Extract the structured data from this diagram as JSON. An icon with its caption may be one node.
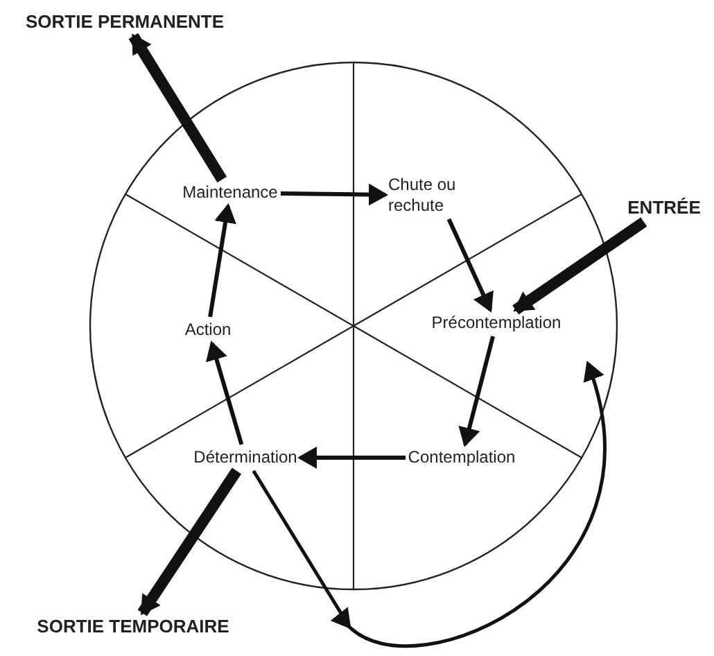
{
  "diagram": {
    "nodes": [
      {
        "text": [
          "Maintenance"
        ]
      },
      {
        "text": [
          "Chute ou rechute"
        ]
      },
      {
        "text": [
          "Précontemplation"
        ]
      },
      {
        "text": [
          "Contemplation"
        ]
      },
      {
        "text": [
          "Détermination"
        ]
      },
      {
        "text": [
          "Action"
        ]
      },
      {
        "text": [
          "SORTIE PERMANENTE"
        ]
      },
      {
        "text": [
          "ENTRÉE"
        ]
      },
      {
        "text": [
          "SORTIE TEMPORAIRE"
        ]
      }
    ],
    "edges": [
      {
        "from": 0,
        "to": 1,
        "arrow": "to"
      },
      {
        "from": 1,
        "to": 2,
        "arrow": "to"
      },
      {
        "from": 2,
        "to": 3,
        "arrow": "to"
      },
      {
        "from": 3,
        "to": 4,
        "arrow": "to"
      },
      {
        "from": 4,
        "to": 5,
        "arrow": "to"
      },
      {
        "from": 5,
        "to": 0,
        "arrow": "to"
      },
      {
        "from": 7,
        "to": 2,
        "arrow": "to",
        "style": "thick"
      },
      {
        "from": 0,
        "to": 6,
        "arrow": "to",
        "style": "thick"
      },
      {
        "from": 4,
        "to": 8,
        "arrow": "to",
        "style": "thick"
      },
      {
        "from": 4,
        "to": 2,
        "arrow": "to"
      }
    ]
  }
}
